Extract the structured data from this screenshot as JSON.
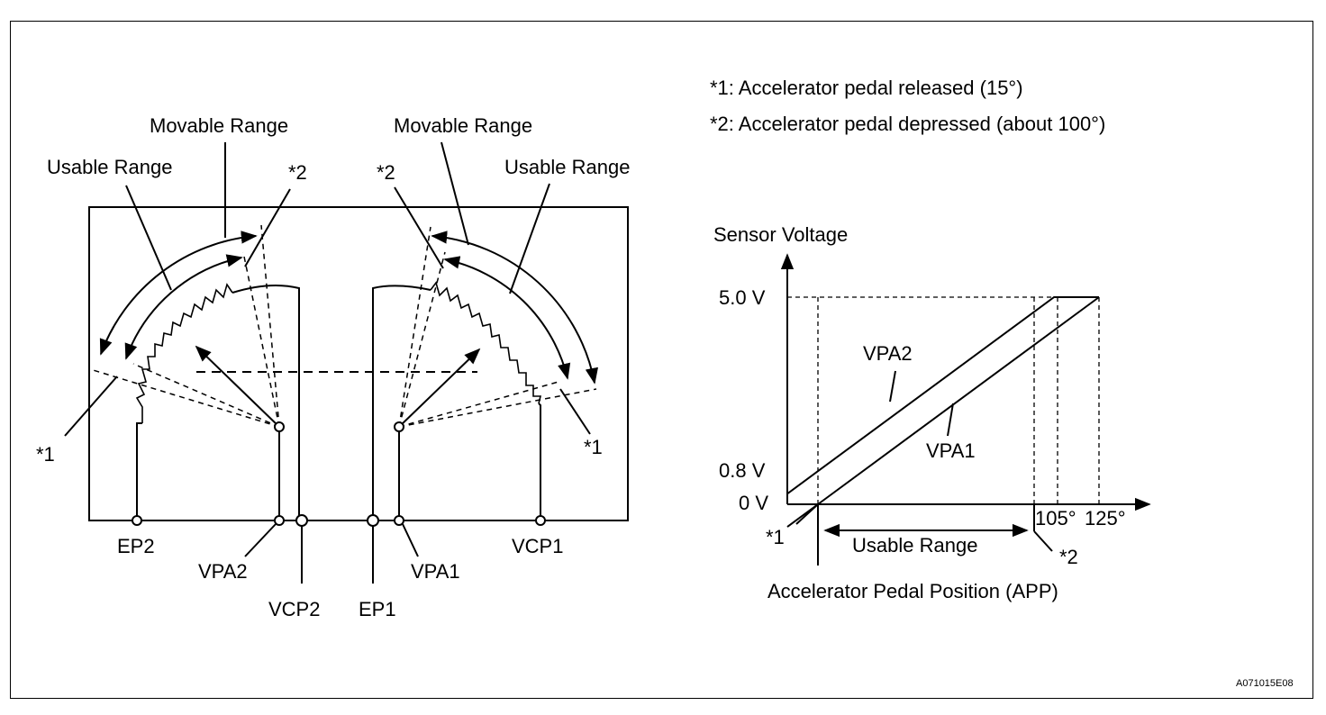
{
  "notes": {
    "note1": "*1: Accelerator pedal released (15°)",
    "note2": "*2: Accelerator pedal depressed (about 100°)"
  },
  "sensor": {
    "left_movable": "Movable Range",
    "left_usable": "Usable Range",
    "right_movable": "Movable Range",
    "right_usable": "Usable Range",
    "left_star2": "*2",
    "right_star2": "*2",
    "left_star1": "*1",
    "right_star1": "*1",
    "terminals": {
      "ep2": "EP2",
      "vpa2": "VPA2",
      "vcp2": "VCP2",
      "ep1": "EP1",
      "vpa1": "VPA1",
      "vcp1": "VCP1"
    }
  },
  "graph": {
    "ylabel": "Sensor Voltage",
    "xlabel": "Accelerator Pedal Position (APP)",
    "usable_range": "Usable Range",
    "star1": "*1",
    "star2": "*2",
    "series_labels": [
      "VPA2",
      "VPA1"
    ]
  },
  "chart_data": {
    "type": "line",
    "title": "",
    "xlabel": "Accelerator Pedal Position (APP)",
    "ylabel": "Sensor Voltage",
    "y_ticks": [
      "0 V",
      "0.8 V",
      "5.0 V"
    ],
    "x_ticks": [
      "105°",
      "125°"
    ],
    "series": [
      {
        "name": "VPA2",
        "x": [
          0,
          105,
          125
        ],
        "y": [
          0.8,
          5.0,
          5.0
        ]
      },
      {
        "name": "VPA1",
        "x": [
          0,
          125
        ],
        "y": [
          0,
          5.0
        ]
      }
    ]
  },
  "figure_id": "A071015E08"
}
